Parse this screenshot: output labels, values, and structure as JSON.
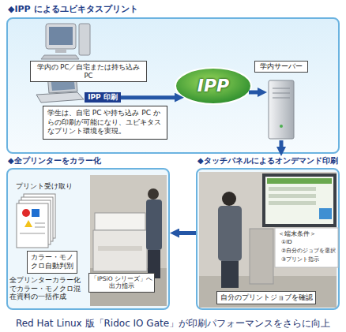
{
  "diagram": {
    "caption": "Red Hat Linux 版「Ridoc IO Gate」が印刷パフォーマンスをさらに向上",
    "nodes": [
      {
        "text": [
          "◆IPP によるユビキタスプリント"
        ]
      },
      {
        "text": [
          "学内の PC／自宅または持ち込み PC"
        ],
        "in": 0
      },
      {
        "text": [
          "IPP 印刷"
        ],
        "in": 0
      },
      {
        "text": [
          "学生は、自宅 PC や持ち込み PC からの印刷が可能になり、ユビキタスなプリント環境を実現。"
        ],
        "in": 0
      },
      {
        "text": [
          "IPP"
        ],
        "in": 0
      },
      {
        "text": [
          "学内サーバー"
        ],
        "in": 0
      },
      {
        "text": [
          "◆全プリンターをカラー化"
        ]
      },
      {
        "text": [
          "カラー・モノクロ自動判別"
        ],
        "in": 6
      },
      {
        "text": [
          "「IPSiO シリーズ」へ出力指示"
        ],
        "in": 6
      },
      {
        "text": [
          "◆タッチパネルによるオンデマンド印刷"
        ]
      },
      {
        "text": [
          "自分のプリントジョブを確認"
        ],
        "in": 9
      }
    ],
    "edges": [
      {
        "from": 2,
        "to": 4,
        "arrow": "to"
      },
      {
        "from": 4,
        "to": 5,
        "arrow": "to"
      },
      {
        "from": 5,
        "to": 9,
        "arrow": "to"
      },
      {
        "from": 9,
        "to": 6,
        "arrow": "to"
      }
    ],
    "labels": [
      "プリント受け取り",
      "全プリンターカラー化でカラー・モノクロ混在資料の一括作成",
      "＜端末条件＞",
      "①ID",
      "②自分のジョブを選択",
      "③プリント指示"
    ]
  }
}
